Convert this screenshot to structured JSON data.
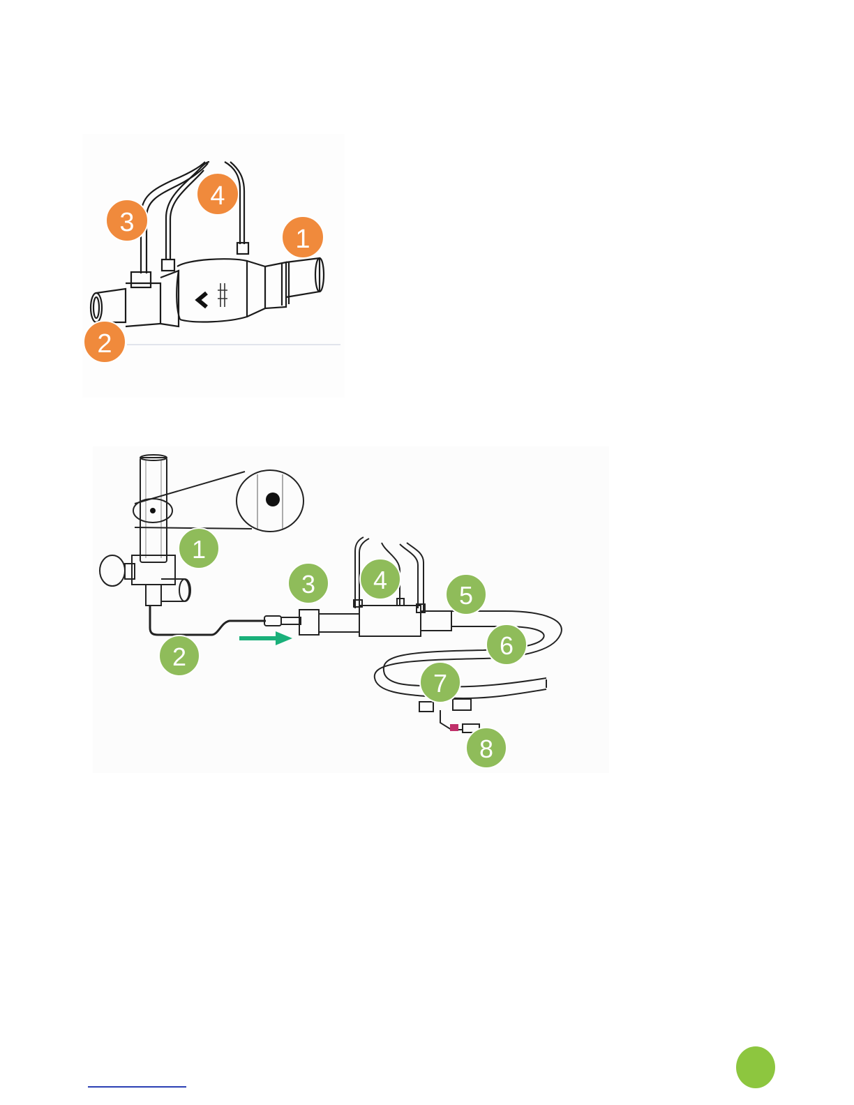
{
  "figure_1": {
    "callout_color": "#f08a3c",
    "callouts": [
      "1",
      "2",
      "3",
      "4"
    ]
  },
  "figure_2": {
    "callout_color": "#8fbc5a",
    "arrow_color": "#1ab07a",
    "accent_color": "#c0306a",
    "callouts": [
      "1",
      "2",
      "3",
      "4",
      "5",
      "6",
      "7",
      "8"
    ]
  },
  "footer": {
    "page_marker_color": "#8dc63f",
    "rule_color": "#2b3fb3"
  }
}
